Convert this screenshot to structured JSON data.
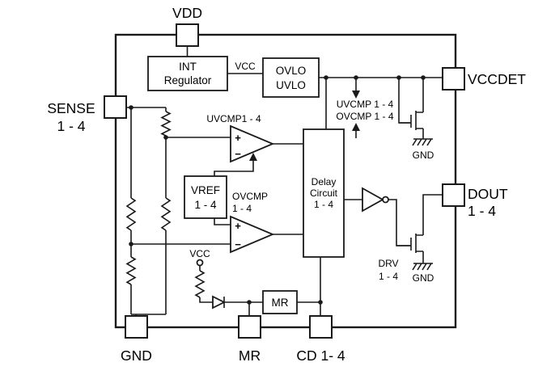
{
  "diagram": {
    "pins": {
      "vdd": {
        "label": "VDD"
      },
      "vccdet": {
        "label": "VCCDET"
      },
      "dout": {
        "line1": "DOUT",
        "line2": "1 - 4"
      },
      "sense": {
        "line1": "SENSE",
        "line2": "1 - 4"
      },
      "gnd": {
        "label": "GND"
      },
      "mr": {
        "label": "MR"
      },
      "cd": {
        "label": "CD 1- 4"
      }
    },
    "blocks": {
      "int_regulator": {
        "line1": "INT",
        "line2": "Regulator"
      },
      "ovlo_uvlo": {
        "line1": "OVLO",
        "line2": "UVLO"
      },
      "vref": {
        "line1": "VREF",
        "line2": "1 - 4"
      },
      "delay": {
        "line1": "Delay",
        "line2": "Circuit",
        "line3": "1 - 4"
      },
      "mr_block": {
        "label": "MR"
      }
    },
    "labels": {
      "vcc_internal": "VCC",
      "vcc_pullup": "VCC",
      "uvcmp_title": "UVCMP1 - 4",
      "ovcmp_title_line1": "OVCMP",
      "ovcmp_title_line2": "1 - 4",
      "uvcmp_signal": "UVCMP 1 - 4",
      "ovcmp_signal": "OVCMP 1 - 4",
      "drv_line1": "DRV",
      "drv_line2": "1 - 4",
      "gnd_upper": "GND",
      "gnd_lower": "GND"
    },
    "symbols": {
      "plus": "+",
      "minus": "−"
    },
    "colors": {
      "line": "#1a1a1a",
      "background": "#ffffff"
    }
  }
}
